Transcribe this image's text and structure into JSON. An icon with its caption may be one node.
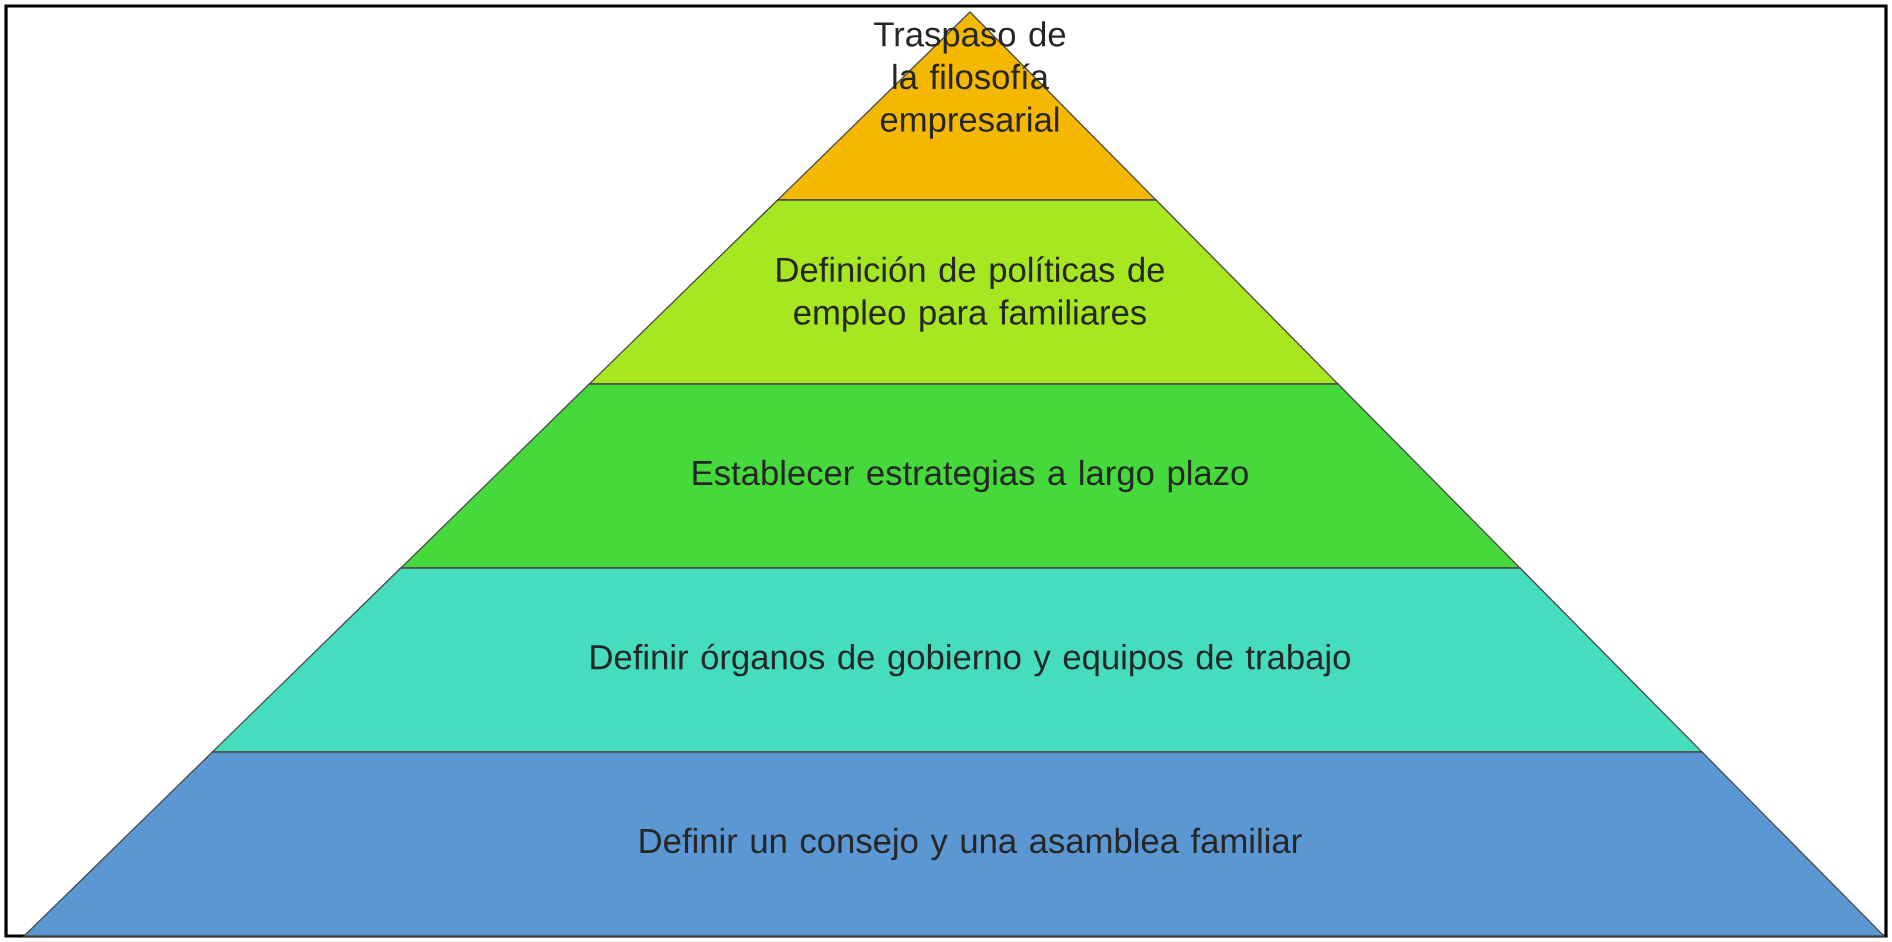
{
  "diagram": {
    "nodes": [
      {
        "text": [
          "Traspaso de la filosofía empresarial"
        ]
      },
      {
        "text": [
          "Definición de políticas de empleo para familiares"
        ]
      },
      {
        "text": [
          "Establecer estrategias a largo plazo"
        ]
      },
      {
        "text": [
          "Definir órganos de gobierno y equipos de trabajo"
        ]
      },
      {
        "text": [
          "Definir un consejo y una asamblea familiar"
        ]
      }
    ]
  }
}
